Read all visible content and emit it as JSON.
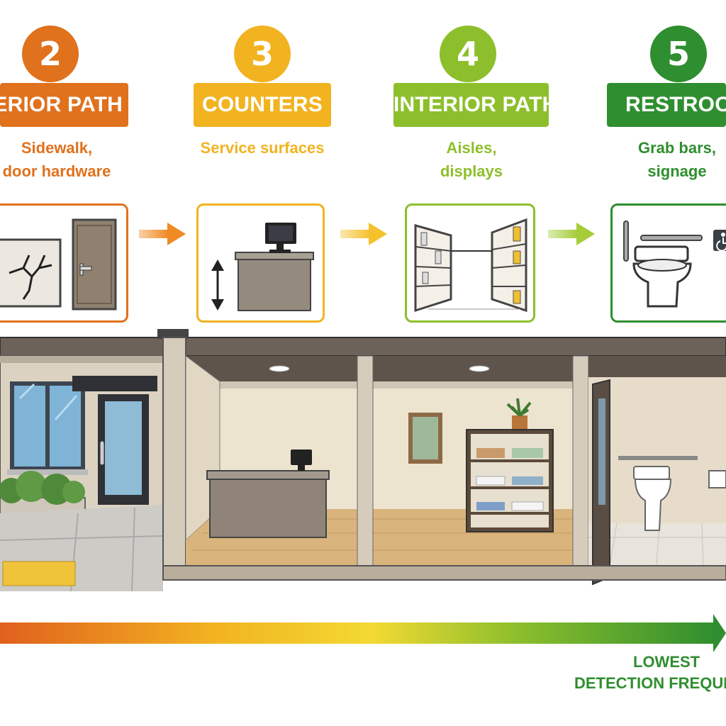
{
  "steps": [
    {
      "number": "2",
      "title": "EXTERIOR PATH",
      "subtitle_lines": [
        "Sidewalk,",
        "door hardware"
      ],
      "color": "#e0711d"
    },
    {
      "number": "3",
      "title": "COUNTERS",
      "subtitle_lines": [
        "Service surfaces"
      ],
      "color": "#f2b321"
    },
    {
      "number": "4",
      "title": "INTERIOR PATH",
      "subtitle_lines": [
        "Aisles,",
        "displays"
      ],
      "color": "#8dbf2c"
    },
    {
      "number": "5",
      "title": "RESTROOMS",
      "subtitle_lines": [
        "Grab bars,",
        "signage"
      ],
      "color": "#2f8e2f"
    }
  ],
  "arrow_colors": [
    "#f08a24",
    "#f5c22e",
    "#a6cc3a"
  ],
  "gradient_colors": [
    "#e0601d",
    "#f2b321",
    "#f3d933",
    "#8dbf2c",
    "#2f8e2f"
  ],
  "scale_label_lines": [
    "LOWEST",
    "DETECTION FREQUENCY"
  ],
  "icons": {
    "cracked_sidewalk": "cracked-sidewalk-icon",
    "door": "door-icon",
    "counter": "counter-height-icon",
    "aisle": "aisle-shelves-icon",
    "restroom": "restroom-fixtures-icon",
    "accessible": "wheelchair-sign-icon"
  }
}
